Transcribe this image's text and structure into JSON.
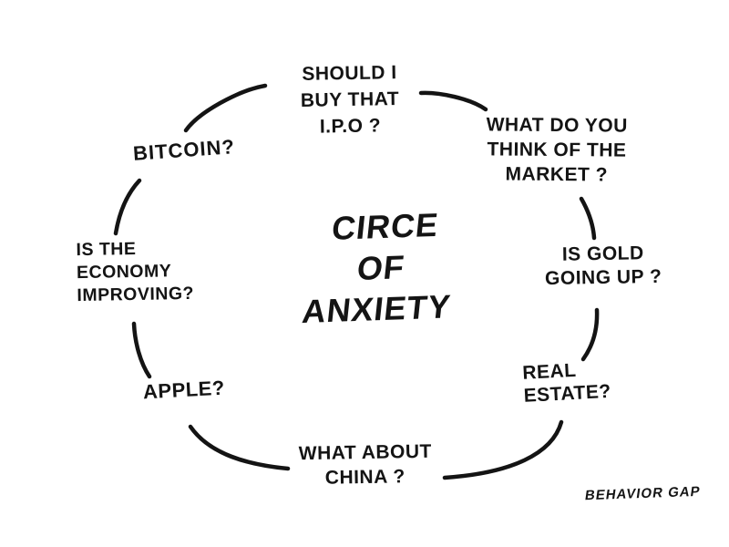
{
  "colors": {
    "ink": "#141414",
    "background": "#ffffff"
  },
  "title": {
    "lines": [
      "CIRCE",
      "OF",
      "ANXIETY"
    ]
  },
  "items": [
    {
      "id": "ipo",
      "lines": [
        "SHOULD I",
        "BUY THAT",
        "I.P.O ?"
      ]
    },
    {
      "id": "market",
      "lines": [
        "WHAT DO YOU",
        "THINK OF THE",
        "MARKET ?"
      ]
    },
    {
      "id": "gold",
      "lines": [
        "IS GOLD",
        "GOING UP ?"
      ]
    },
    {
      "id": "real_estate",
      "lines": [
        "REAL",
        "ESTATE?"
      ]
    },
    {
      "id": "china",
      "lines": [
        "WHAT ABOUT",
        "CHINA ?"
      ]
    },
    {
      "id": "apple",
      "lines": [
        "APPLE?"
      ]
    },
    {
      "id": "economy",
      "lines": [
        "IS THE",
        "ECONOMY",
        "IMPROVING?"
      ]
    },
    {
      "id": "bitcoin",
      "lines": [
        "BITCOIN?"
      ]
    }
  ],
  "signature": "BEHAVIOR GAP"
}
